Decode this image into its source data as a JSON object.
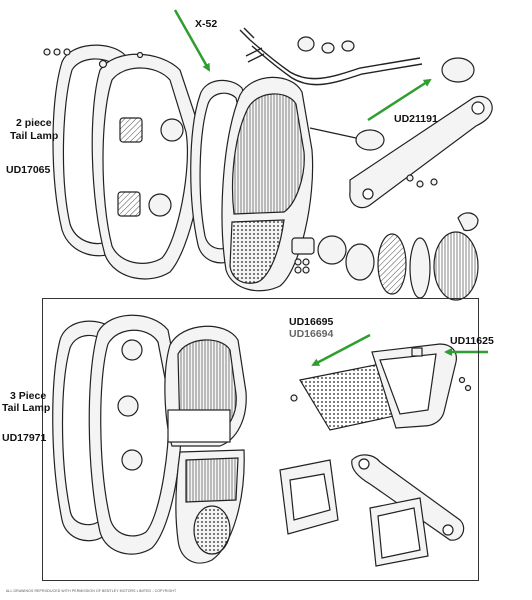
{
  "labels": {
    "x52": "X-52",
    "ud21191": "UD21191",
    "two_piece_line1": "2 piece",
    "two_piece_line2": "Tail Lamp",
    "ud17065": "UD17065",
    "ud16695": "UD16695",
    "ud16694": "UD16694",
    "ud11625": "UD11625",
    "three_piece_line1": "3 Piece",
    "three_piece_line2": "Tail Lamp",
    "ud17971": "UD17971"
  },
  "footer": "ALL DRAWINGS REPRODUCED WITH PERMISSION OF BENTLEY MOTORS LIMITED - COPYRIGHT",
  "colors": {
    "pointer_arrow": "#2e9e2e",
    "line_art": "#222222",
    "part_fill": "#f4f4f4",
    "secondary_label": "#666666"
  }
}
